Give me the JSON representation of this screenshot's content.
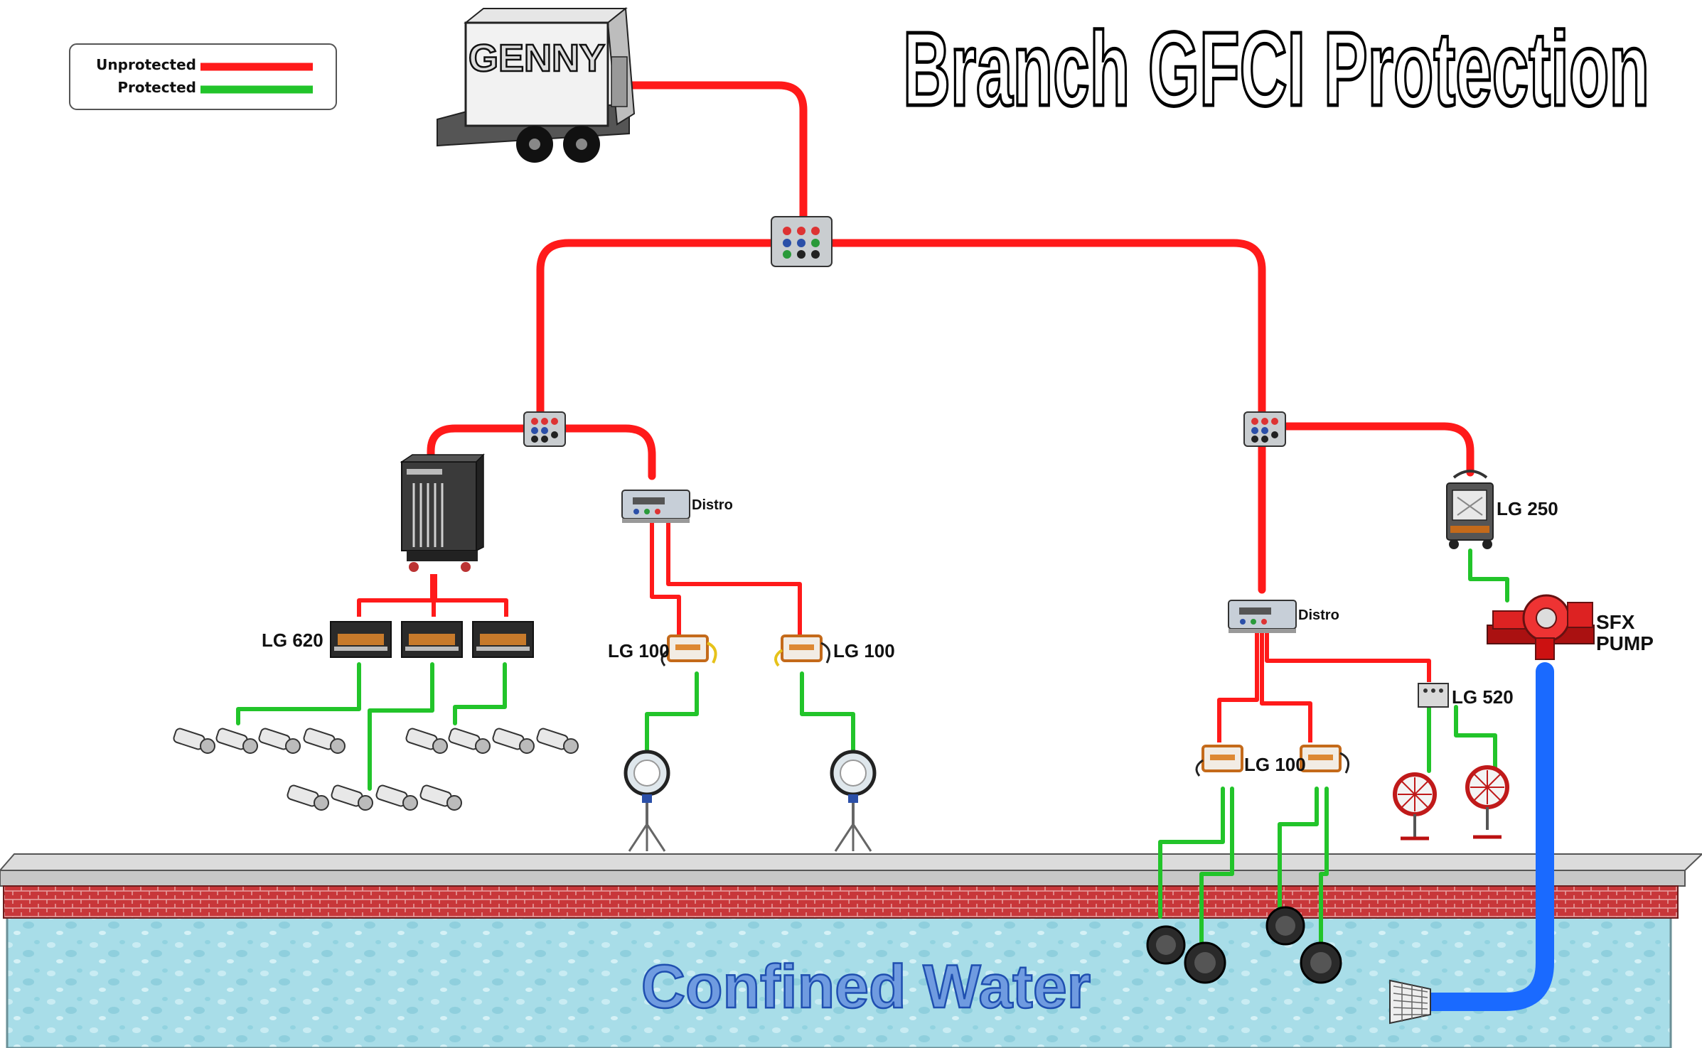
{
  "title": "Branch GFCI Protection",
  "legend": {
    "unprotected": "Unprotected",
    "protected": "Protected"
  },
  "colors": {
    "unprotected": "#ff1a1a",
    "protected": "#22c42a",
    "water_line": "#1a6aff",
    "water": "#a8dde8",
    "brick": "#c8373a",
    "ledge": "#cfcfcf"
  },
  "genny_label": "GENNY",
  "labels": {
    "lg620": "LG 620",
    "distro_left": "Distro",
    "lg100_a": "LG 100",
    "lg100_b": "LG 100",
    "lg250": "LG 250",
    "sfx_line1": "SFX",
    "sfx_line2": "PUMP",
    "distro_right": "Distro",
    "lg520": "LG 520",
    "lg100_c": "LG 100"
  },
  "water_label": "Confined Water"
}
